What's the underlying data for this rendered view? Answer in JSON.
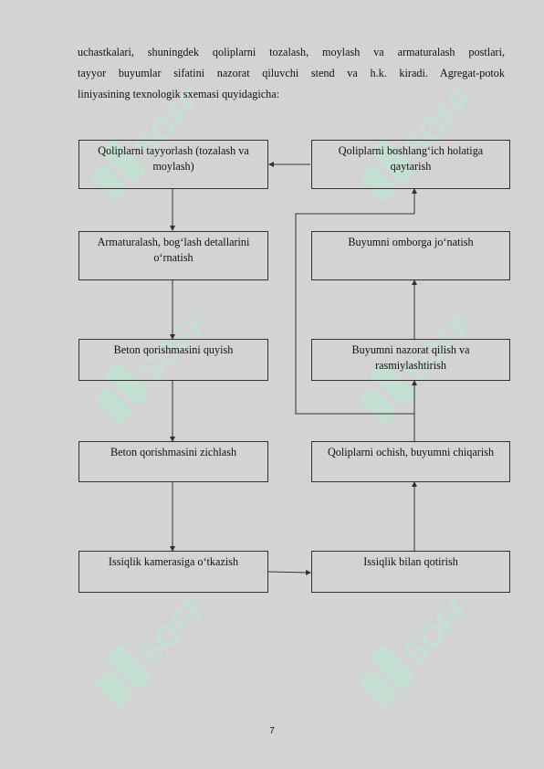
{
  "paragraph": {
    "lines": [
      "uchastkalari, shuningdek qoliplarni tozalash, moylash va armaturalash postlari,",
      "tayyor buyumlar sifatini nazorat qiluvchi stend va h.k. kiradi. Agregat-potok",
      "liniyasining texnologik sxemasi quyidagicha:"
    ]
  },
  "flowchart": {
    "left_column": [
      "Qoliplarni tayyorlash (tozalash va moylash)",
      "Armaturalash, bog‘lash detallarini o‘rnatish",
      "Beton qorishmasini quyish",
      "Beton qorishmasini zichlash",
      "Issiqlik kamerasiga o‘tkazish"
    ],
    "right_column": [
      "Qoliplarni boshlang‘ich holatiga qaytarish",
      "Buyumni omborga jo‘natish",
      "Buyumni nazorat qilish va rasmiylashtirish",
      "Qoliplarni ochish, buyumni chiqarish",
      "Issiqlik bilan qotirish"
    ]
  },
  "watermark": {
    "text": "SOFF",
    "color": "#b8ecd2"
  },
  "page_number": "7"
}
